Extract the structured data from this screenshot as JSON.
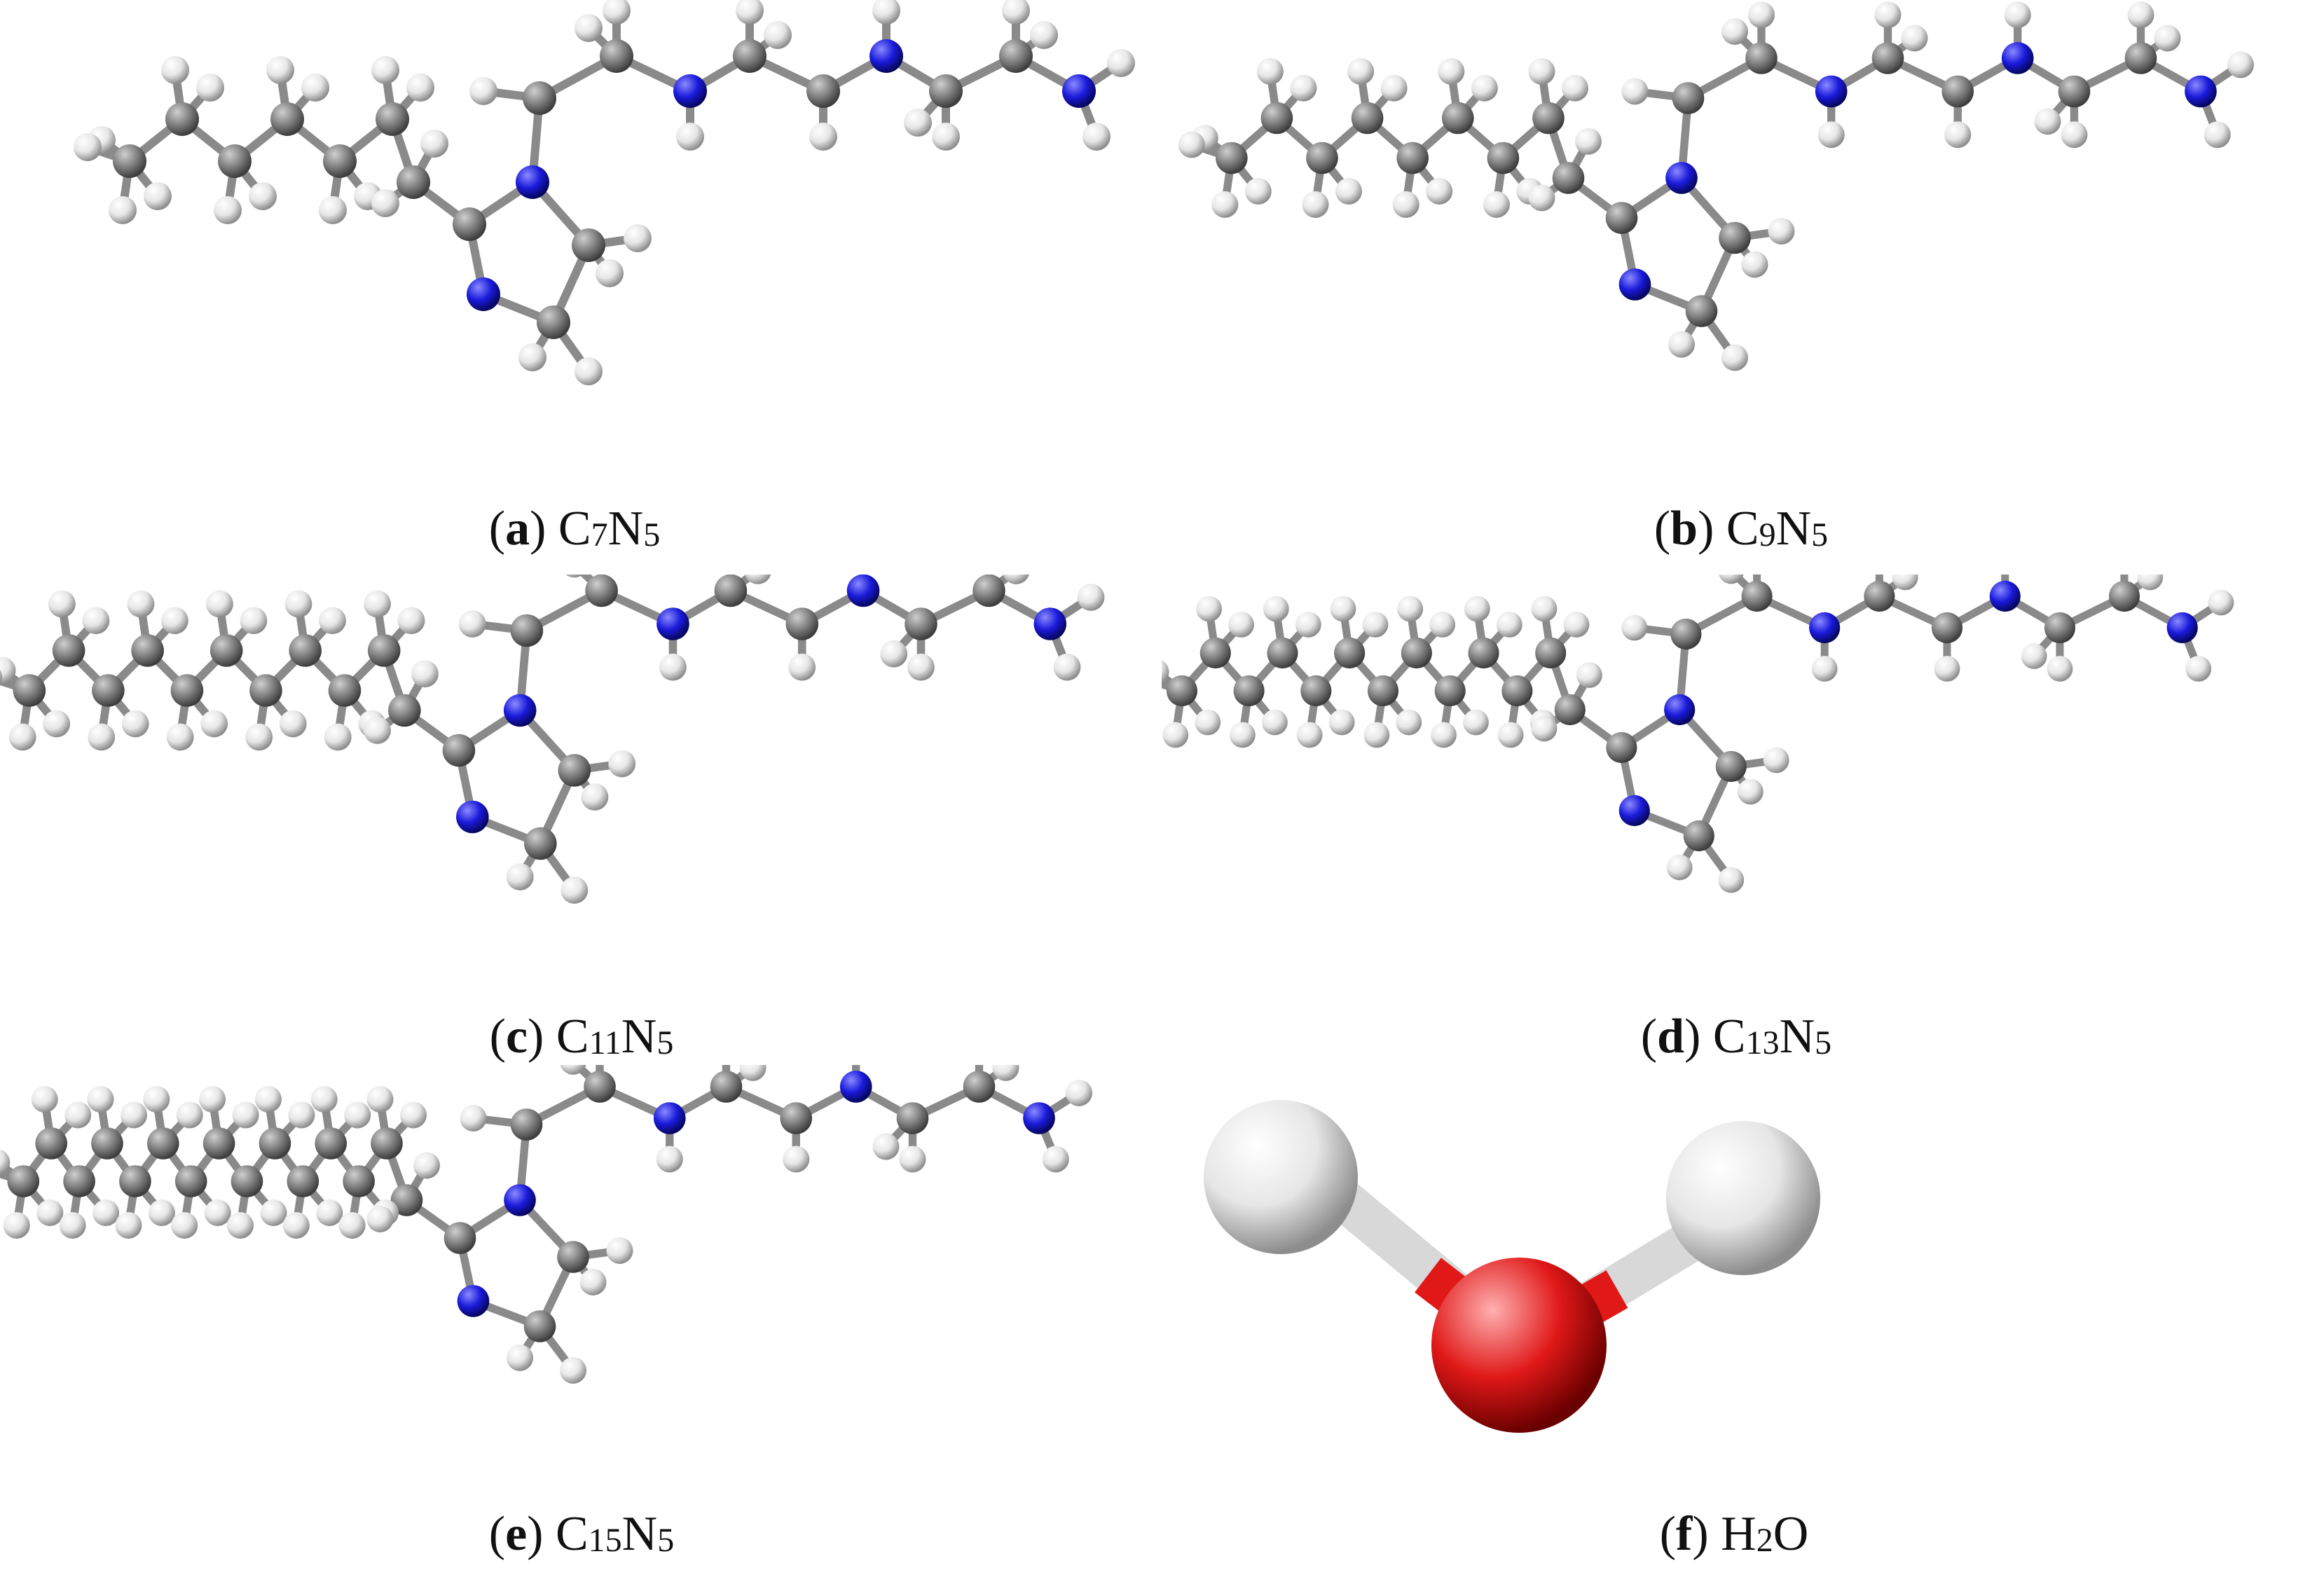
{
  "colors": {
    "carbon": "#7f7f7f",
    "hydrogen": "#e6e6e6",
    "nitrogen": "#1a1adb",
    "oxygen": "#e01818",
    "bond": "#8a8a8a"
  },
  "panels": [
    {
      "letter": "a",
      "c_sub": "7",
      "formula": [
        "C",
        "7",
        "N",
        "5"
      ]
    },
    {
      "letter": "b",
      "c_sub": "9",
      "formula": [
        "C",
        "9",
        "N",
        "5"
      ]
    },
    {
      "letter": "c",
      "c_sub": "11",
      "formula": [
        "C",
        "11",
        "N",
        "5"
      ]
    },
    {
      "letter": "d",
      "c_sub": "13",
      "formula": [
        "C",
        "13",
        "N",
        "5"
      ]
    },
    {
      "letter": "e",
      "c_sub": "15",
      "formula": [
        "C",
        "15",
        "N",
        "5"
      ]
    },
    {
      "letter": "f",
      "formula": [
        "H",
        "2",
        "O",
        ""
      ]
    }
  ],
  "captions": {
    "a": {
      "letter": "a",
      "p1": "C",
      "s1": "7",
      "p2": "N",
      "s2": "5"
    },
    "b": {
      "letter": "b",
      "p1": "C",
      "s1": "9",
      "p2": "N",
      "s2": "5"
    },
    "c": {
      "letter": "c",
      "p1": "C",
      "s1": "11",
      "p2": "N",
      "s2": "5"
    },
    "d": {
      "letter": "d",
      "p1": "C",
      "s1": "13",
      "p2": "N",
      "s2": "5"
    },
    "e": {
      "letter": "e",
      "p1": "C",
      "s1": "15",
      "p2": "N",
      "s2": "5"
    },
    "f": {
      "letter": "f",
      "p1": "H",
      "s1": "2",
      "p2": "O",
      "s2": ""
    }
  }
}
